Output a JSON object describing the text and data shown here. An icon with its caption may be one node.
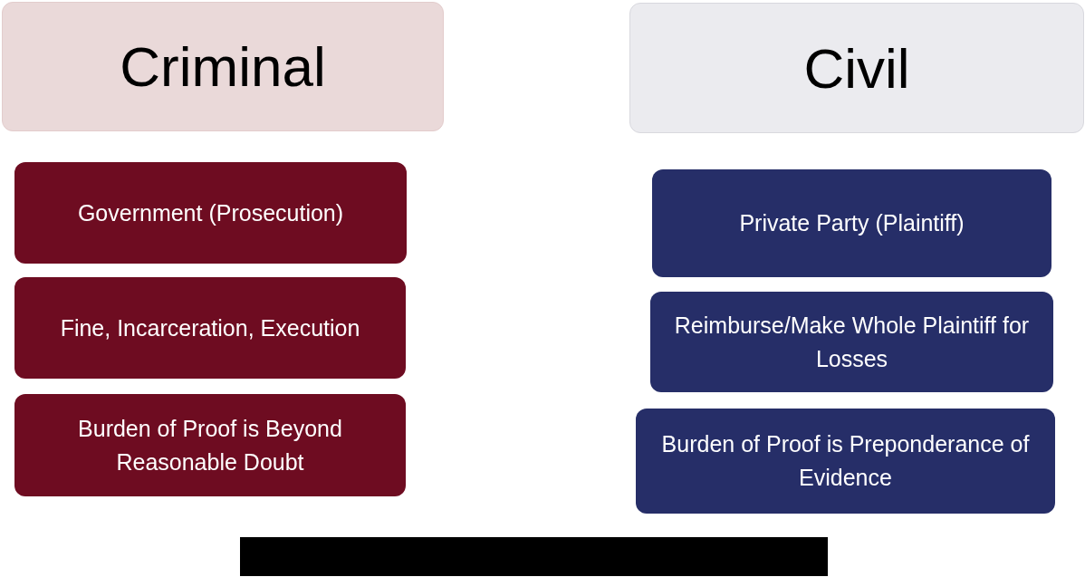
{
  "diagram": {
    "nodes": [
      {
        "text": [
          "Criminal"
        ]
      },
      {
        "text": [
          "Government (Prosecution)"
        ]
      },
      {
        "text": [
          "Fine, Incarceration, Execution"
        ]
      },
      {
        "text": [
          "Burden of Proof is Beyond Reasonable Doubt"
        ]
      },
      {
        "text": [
          "Civil"
        ]
      },
      {
        "text": [
          "Private Party (Plaintiff)"
        ]
      },
      {
        "text": [
          "Reimburse/Make Whole Plaintiff for Losses"
        ]
      },
      {
        "text": [
          "Burden of Proof is Preponderance of Evidence"
        ]
      },
      {
        "text": [],
        "shape": "bar"
      }
    ]
  }
}
